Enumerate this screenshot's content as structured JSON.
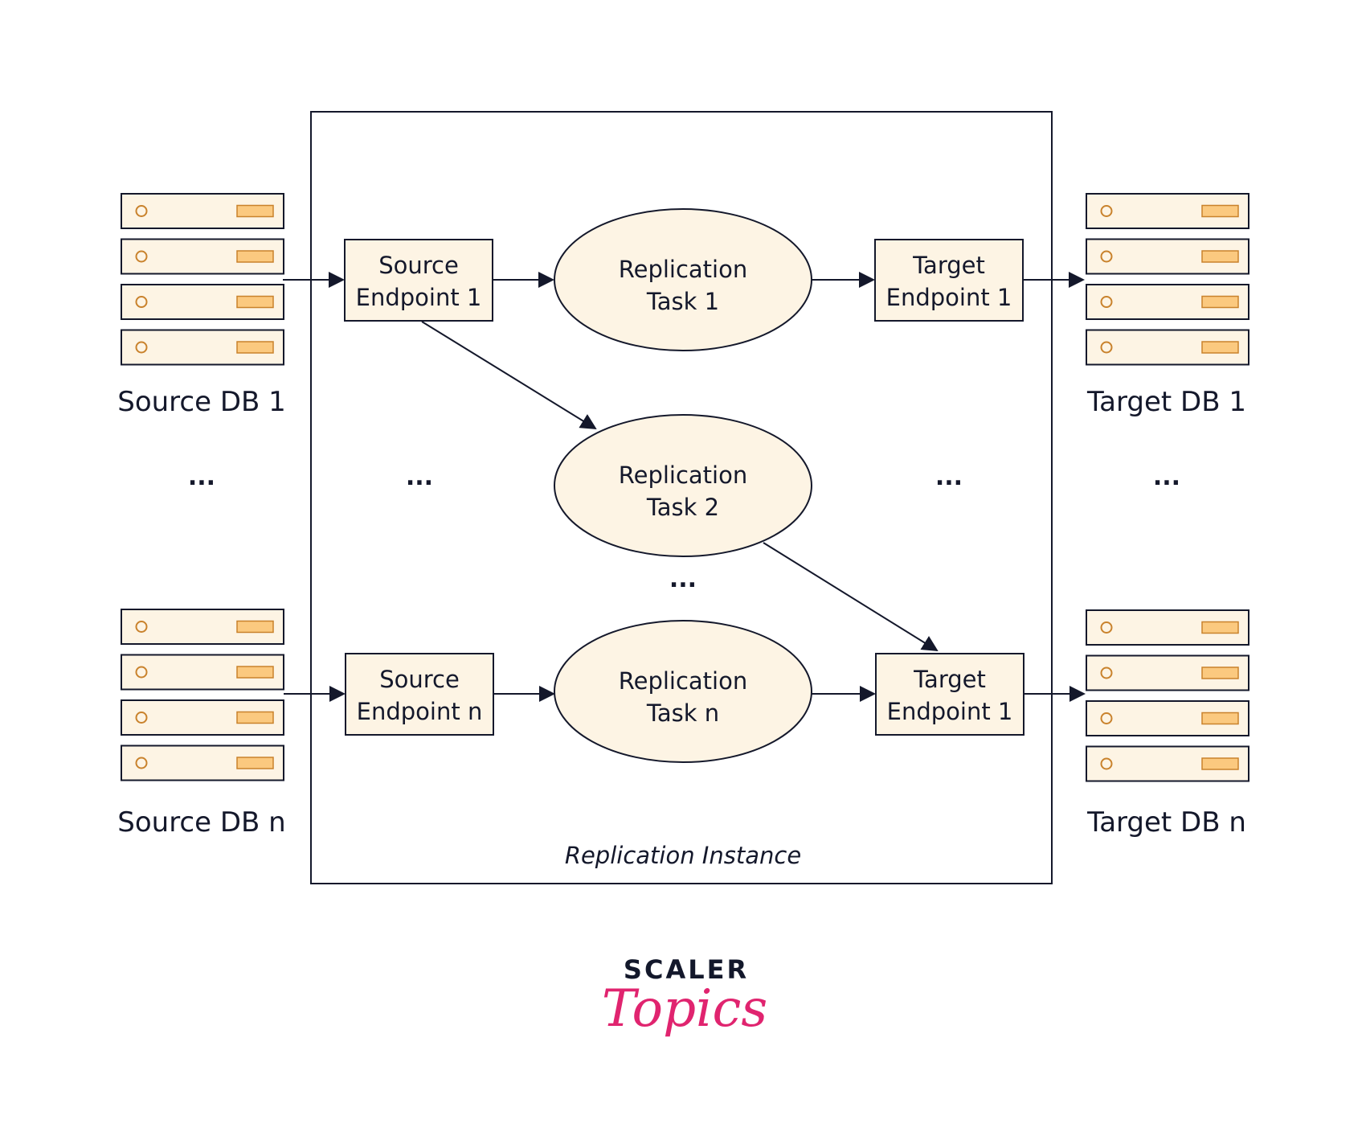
{
  "colors": {
    "stroke": "#14182b",
    "fill": "#fdf4e4",
    "drive": "#fbc97f",
    "drive_stroke": "#c9822c",
    "brand_dark": "#13182b",
    "brand_pink": "#e0246f"
  },
  "instance": {
    "label": "Replication Instance"
  },
  "databases": {
    "source_1": "Source DB 1",
    "source_n": "Source DB n",
    "target_1": "Target DB 1",
    "target_n": "Target DB n"
  },
  "endpoints": {
    "source_1": {
      "line1": "Source",
      "line2": "Endpoint 1"
    },
    "source_n": {
      "line1": "Source",
      "line2": "Endpoint n"
    },
    "target_1": {
      "line1": "Target",
      "line2": "Endpoint 1"
    },
    "target_n": {
      "line1": "Target",
      "line2": "Endpoint 1"
    }
  },
  "tasks": {
    "task_1": {
      "line1": "Replication",
      "line2": "Task 1"
    },
    "task_2": {
      "line1": "Replication",
      "line2": "Task 2"
    },
    "task_n": {
      "line1": "Replication",
      "line2": "Task n"
    }
  },
  "ellipsis": "...",
  "brand": {
    "top": "SCALER",
    "bottom": "Topics"
  },
  "server_icon": "server-rack-icon"
}
